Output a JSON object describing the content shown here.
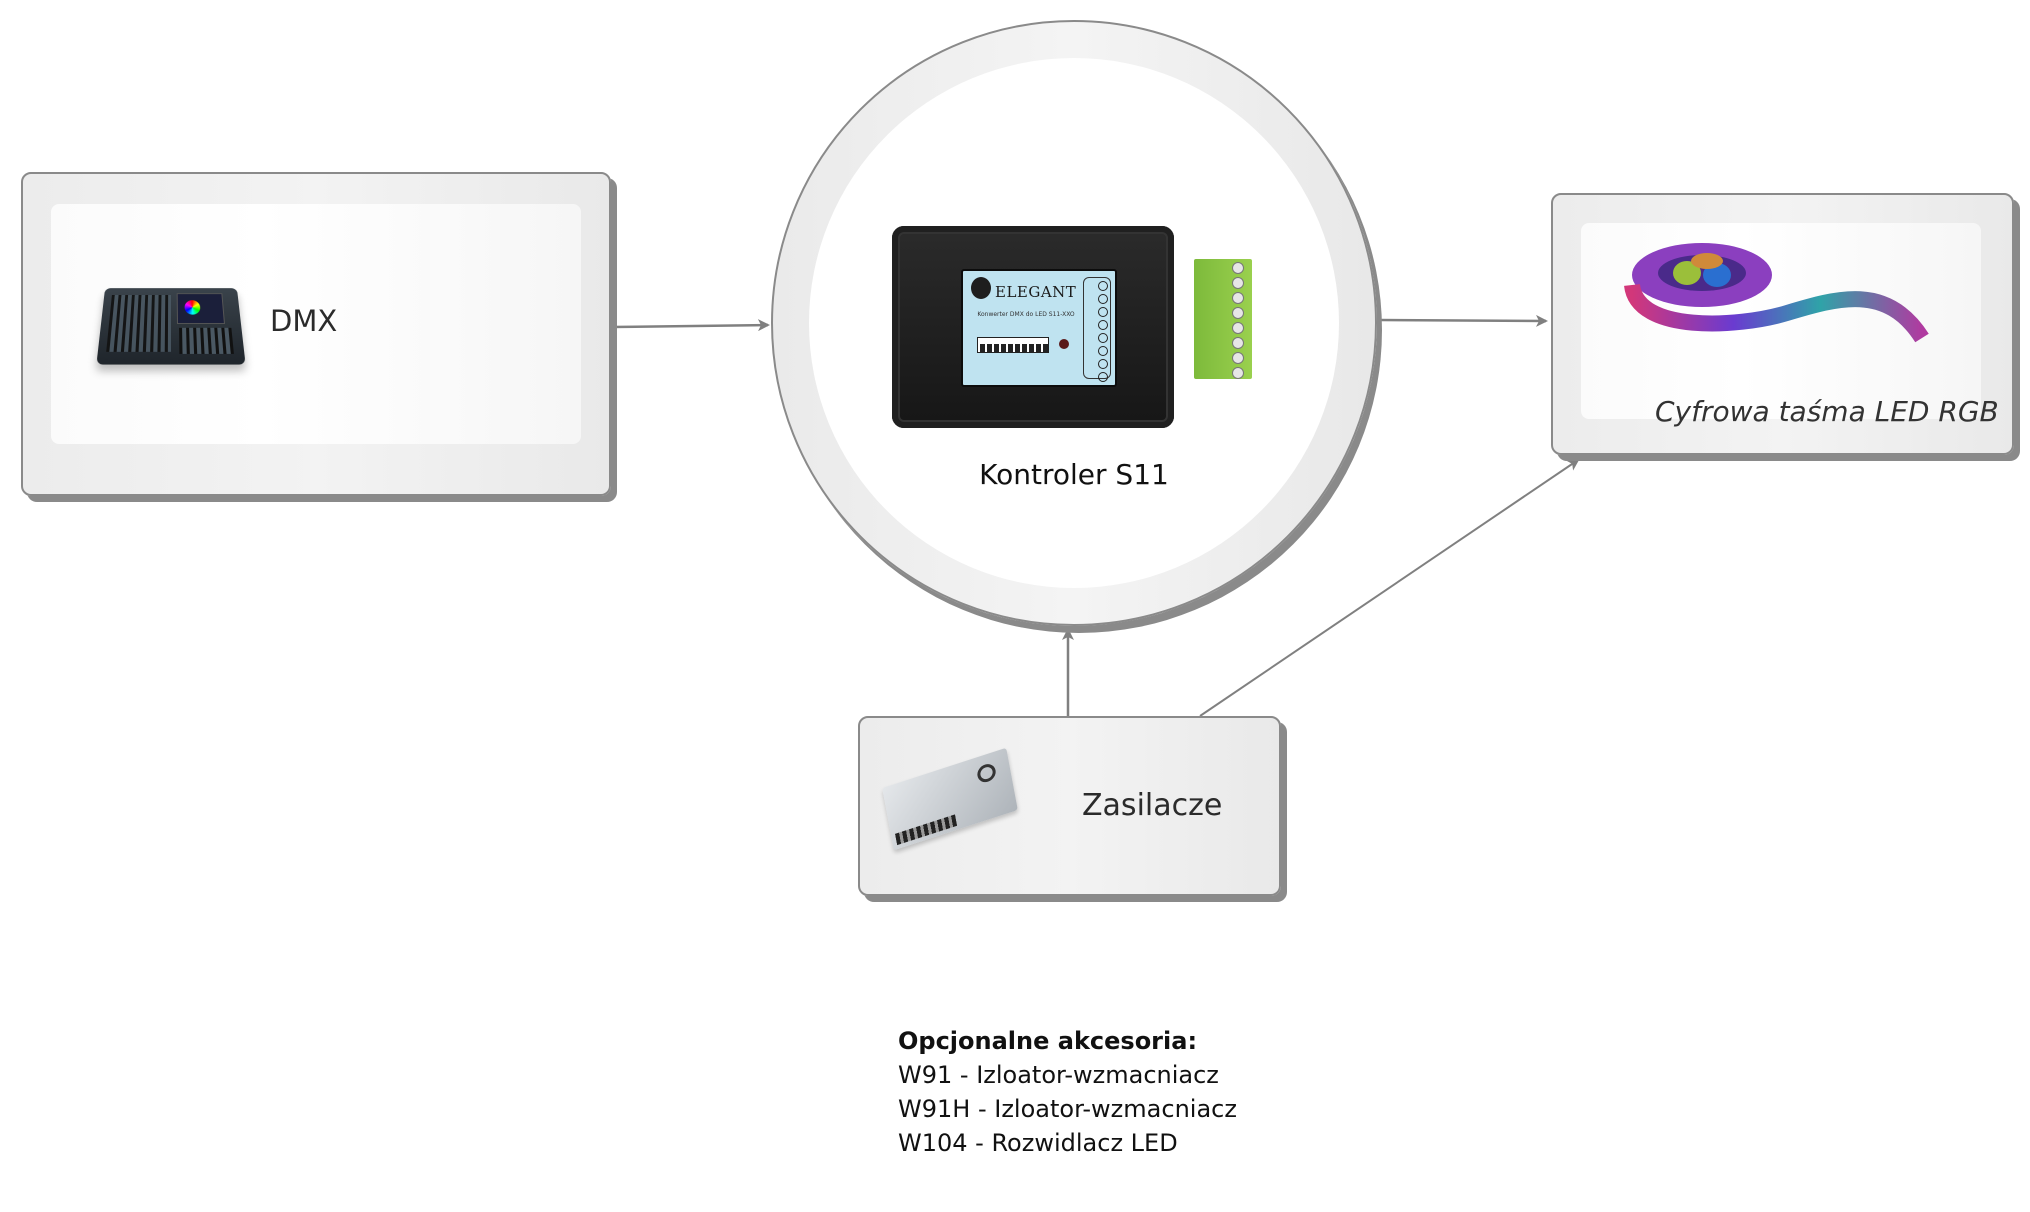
{
  "nodes": {
    "dmx": {
      "label": "DMX",
      "icon": "dmx-console-icon"
    },
    "controller": {
      "label": "Kontroler S11",
      "icon": "controller-device-icon",
      "device_brand": "ELEGANT",
      "device_text": "Konwerter DMX do LED S11-XXO"
    },
    "led_strip": {
      "label": "Cyfrowa taśma LED RGB",
      "icon": "led-strip-icon"
    },
    "power_supply": {
      "label": "Zasilacze",
      "icon": "power-supply-icon"
    }
  },
  "edges": [
    {
      "from": "DMX",
      "to": "Kontroler S11"
    },
    {
      "from": "Kontroler S11",
      "to": "Cyfrowa taśma LED RGB"
    },
    {
      "from": "Zasilacze",
      "to": "Kontroler S11"
    },
    {
      "from": "Zasilacze",
      "to": "Cyfrowa taśma LED RGB"
    }
  ],
  "accessories": {
    "title": "Opcjonalne akcesoria:",
    "items": [
      "W91 - Izloator-wzmacniacz",
      "W91H - Izloator-wzmacniacz",
      "W104 - Rozwidlacz LED"
    ]
  },
  "colors": {
    "border": "#8a8a8a",
    "node_fill": "#f0f0f0",
    "connector": "#808080",
    "text": "#2b2b2b"
  }
}
